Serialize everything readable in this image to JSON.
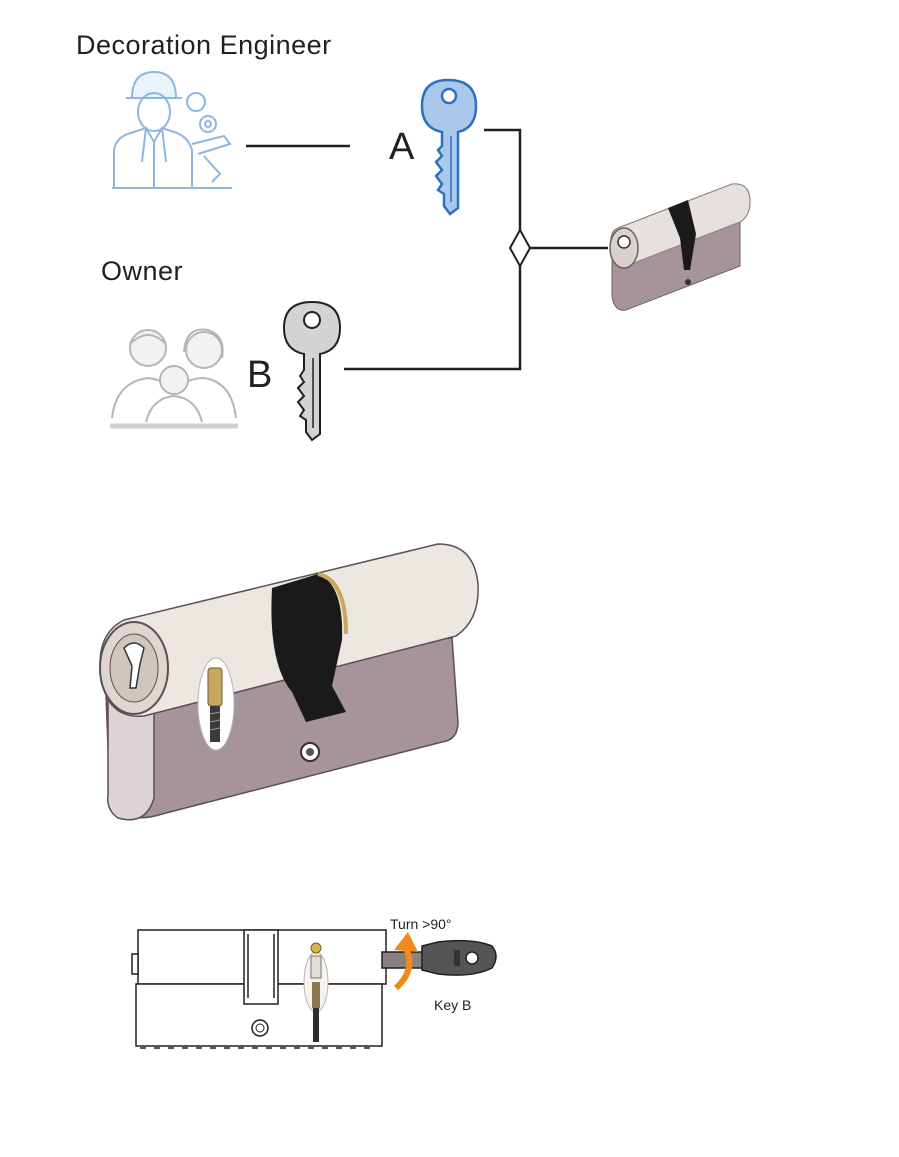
{
  "roles": {
    "engineer": "Decoration Engineer",
    "owner": "Owner"
  },
  "keys": {
    "a": "A",
    "b": "B"
  },
  "detail": {
    "turn": "Turn >90°",
    "key_b": "Key B"
  },
  "colors": {
    "engineer_blue": "#8fb6e0",
    "key_a_blue": "#2f6fc0",
    "key_a_fill": "#a9c8ea",
    "key_b_fill": "#d3d3d3",
    "line": "#231f20",
    "cylinder_body": "#a7939a",
    "cam_black": "#1a1a1a",
    "arrow_orange": "#f08a1c"
  },
  "icons": [
    "engineer-icon",
    "family-icon",
    "key-a-icon",
    "key-b-icon",
    "lock-cylinder-icon",
    "rotate-arrow-icon"
  ]
}
